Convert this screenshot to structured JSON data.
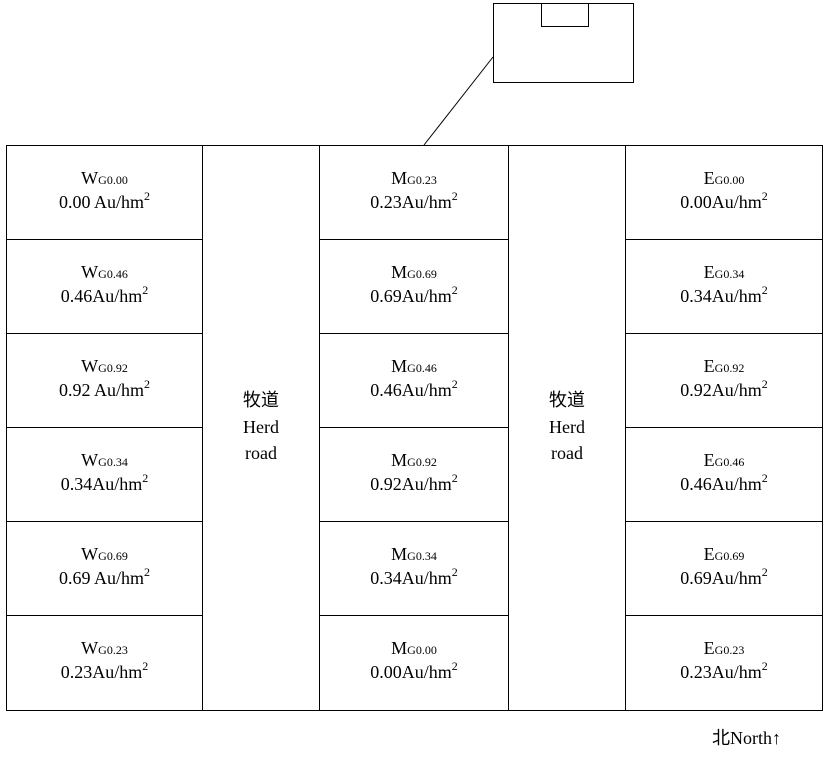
{
  "west": [
    {
      "letter": "W",
      "sub": "G0.00",
      "value": "0.00 Au/hm"
    },
    {
      "letter": "W",
      "sub": "G0.46",
      "value": "0.46Au/hm"
    },
    {
      "letter": "W",
      "sub": "G0.92",
      "value": "0.92 Au/hm"
    },
    {
      "letter": "W",
      "sub": "G0.34",
      "value": "0.34Au/hm"
    },
    {
      "letter": "W",
      "sub": "G0.69",
      "value": "0.69 Au/hm"
    },
    {
      "letter": "W",
      "sub": "G0.23",
      "value": "0.23Au/hm"
    }
  ],
  "middle": [
    {
      "letter": "M",
      "sub": "G0.23",
      "value": "0.23Au/hm"
    },
    {
      "letter": "M",
      "sub": "G0.69",
      "value": "0.69Au/hm"
    },
    {
      "letter": "M",
      "sub": "G0.46",
      "value": "0.46Au/hm"
    },
    {
      "letter": "M",
      "sub": "G0.92",
      "value": "0.92Au/hm"
    },
    {
      "letter": "M",
      "sub": "G0.34",
      "value": "0.34Au/hm"
    },
    {
      "letter": "M",
      "sub": "G0.00",
      "value": "0.00Au/hm"
    }
  ],
  "east": [
    {
      "letter": "E",
      "sub": "G0.00",
      "value": "0.00Au/hm"
    },
    {
      "letter": "E",
      "sub": "G0.34",
      "value": "0.34Au/hm"
    },
    {
      "letter": "E",
      "sub": "G0.92",
      "value": "0.92Au/hm"
    },
    {
      "letter": "E",
      "sub": "G0.46",
      "value": "0.46Au/hm"
    },
    {
      "letter": "E",
      "sub": "G0.69",
      "value": "0.69Au/hm"
    },
    {
      "letter": "E",
      "sub": "G0.23",
      "value": "0.23Au/hm"
    }
  ],
  "unit_superscript": "2",
  "roads": [
    {
      "zh": "牧道",
      "en1": "Herd",
      "en2": "road"
    },
    {
      "zh": "牧道",
      "en1": "Herd",
      "en2": "road"
    }
  ],
  "north": {
    "zh": "北",
    "en": "North",
    "arrow": "↑"
  }
}
